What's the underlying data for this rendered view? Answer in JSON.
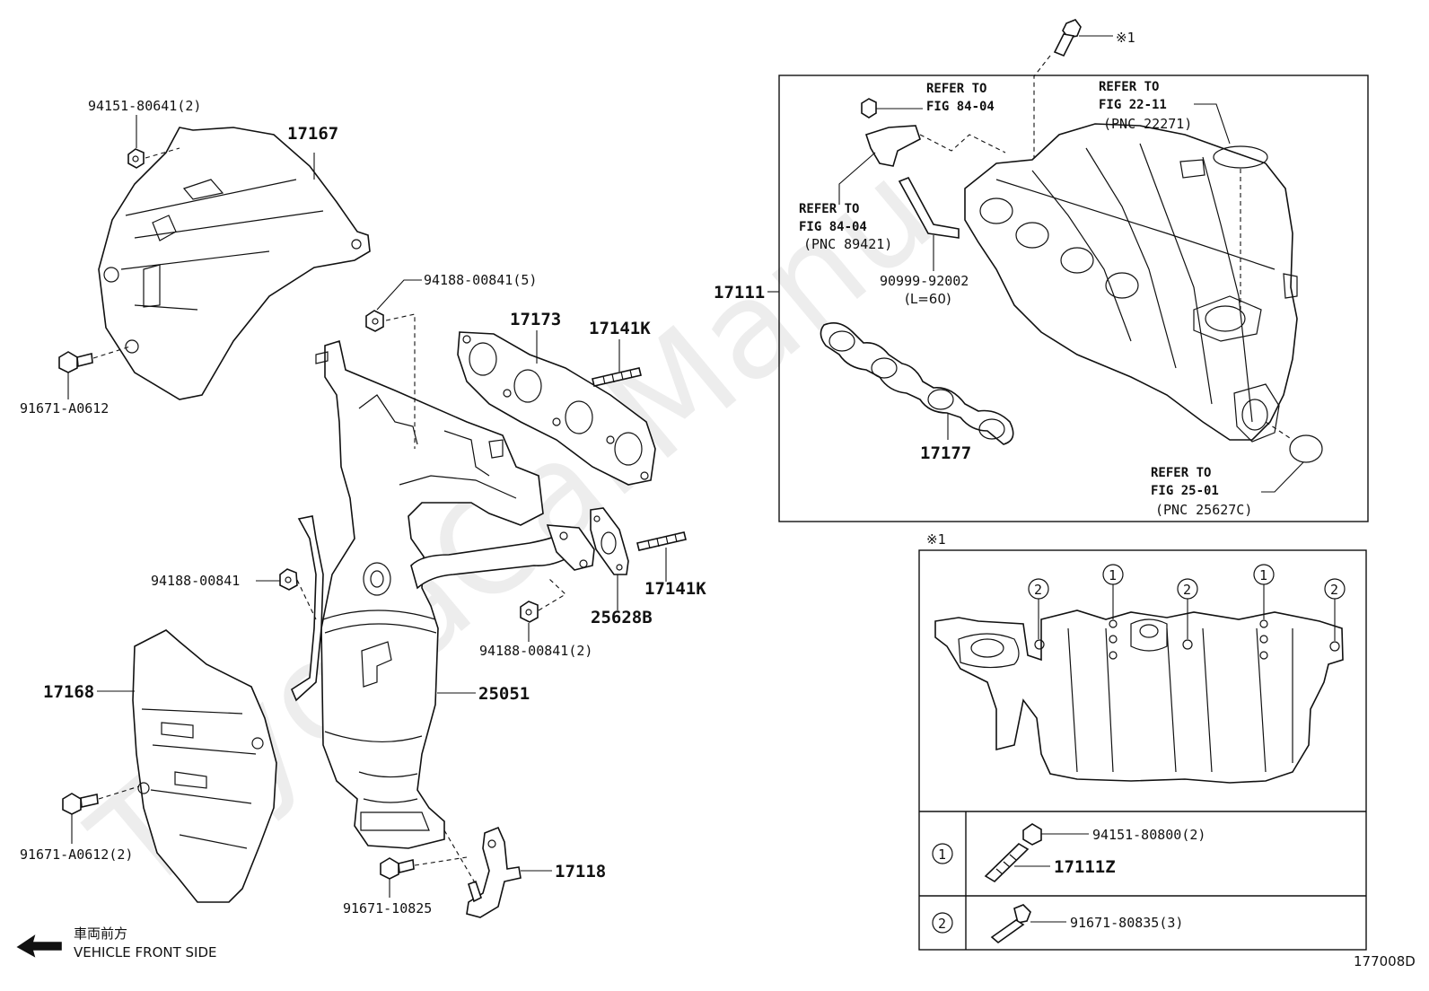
{
  "watermark": "ToyotaCarManu",
  "diagram_code": "177008D",
  "vehicle_front": {
    "jp": "車両前方",
    "en": "VEHICLE FRONT SIDE"
  },
  "left_labels": {
    "p1": "94151-80641(2)",
    "p2": "17167",
    "p3": "91671-A0612",
    "p4": "94188-00841(5)",
    "p5": "17173",
    "p6": "17141K",
    "p7": "94188-00841",
    "p8": "17141K",
    "p9": "25628B",
    "p10": "94188-00841(2)",
    "p11": "17168",
    "p12": "25051",
    "p13": "91671-A0612(2)",
    "p14": "17118",
    "p15": "91671-10825"
  },
  "manifold_box": {
    "label": "17111",
    "top_mark": "※1",
    "refer1": {
      "l1": "REFER TO",
      "l2": "FIG 84-04"
    },
    "refer2": {
      "l1": "REFER TO",
      "l2": "FIG 84-04",
      "l3": "(PNC 89421)"
    },
    "refer3": {
      "l1": "REFER TO",
      "l2": "FIG 22-11",
      "l3": "(PNC 22271)"
    },
    "hose": {
      "code": "90999-92002",
      "len": "(L=60)"
    },
    "gasket": "17177",
    "refer4": {
      "l1": "REFER TO",
      "l2": "FIG 25-01",
      "l3": "(PNC 25627C)"
    }
  },
  "detail_box": {
    "mark": "※1",
    "callout1": "1",
    "callout2": "2",
    "row1": {
      "num": "1",
      "a": "94151-80800(2)",
      "b": "17111Z"
    },
    "row2": {
      "num": "2",
      "a": "91671-80835(3)"
    }
  }
}
